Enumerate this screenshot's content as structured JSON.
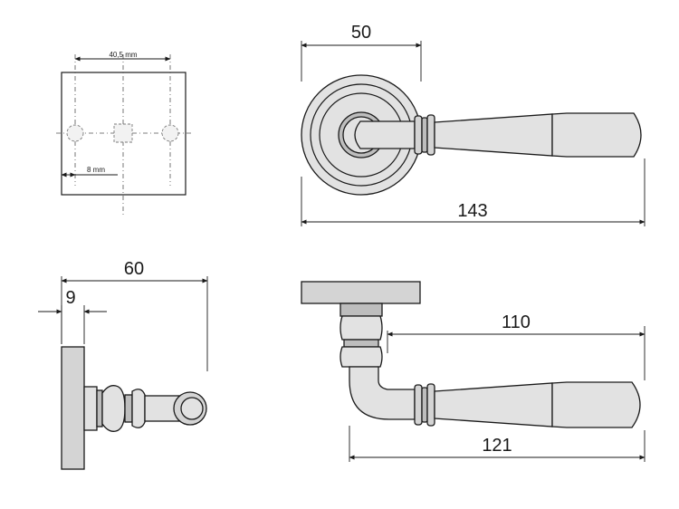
{
  "plate_view": {
    "spacing_label": "40,5 mm",
    "offset_label": "8 mm"
  },
  "top_view": {
    "rose_label": "50",
    "length_label": "143"
  },
  "side_view": {
    "projection_label": "60",
    "plate_thickness_label": "9"
  },
  "bottom_view": {
    "lever_reach_label": "110",
    "lever_length_label": "121"
  }
}
